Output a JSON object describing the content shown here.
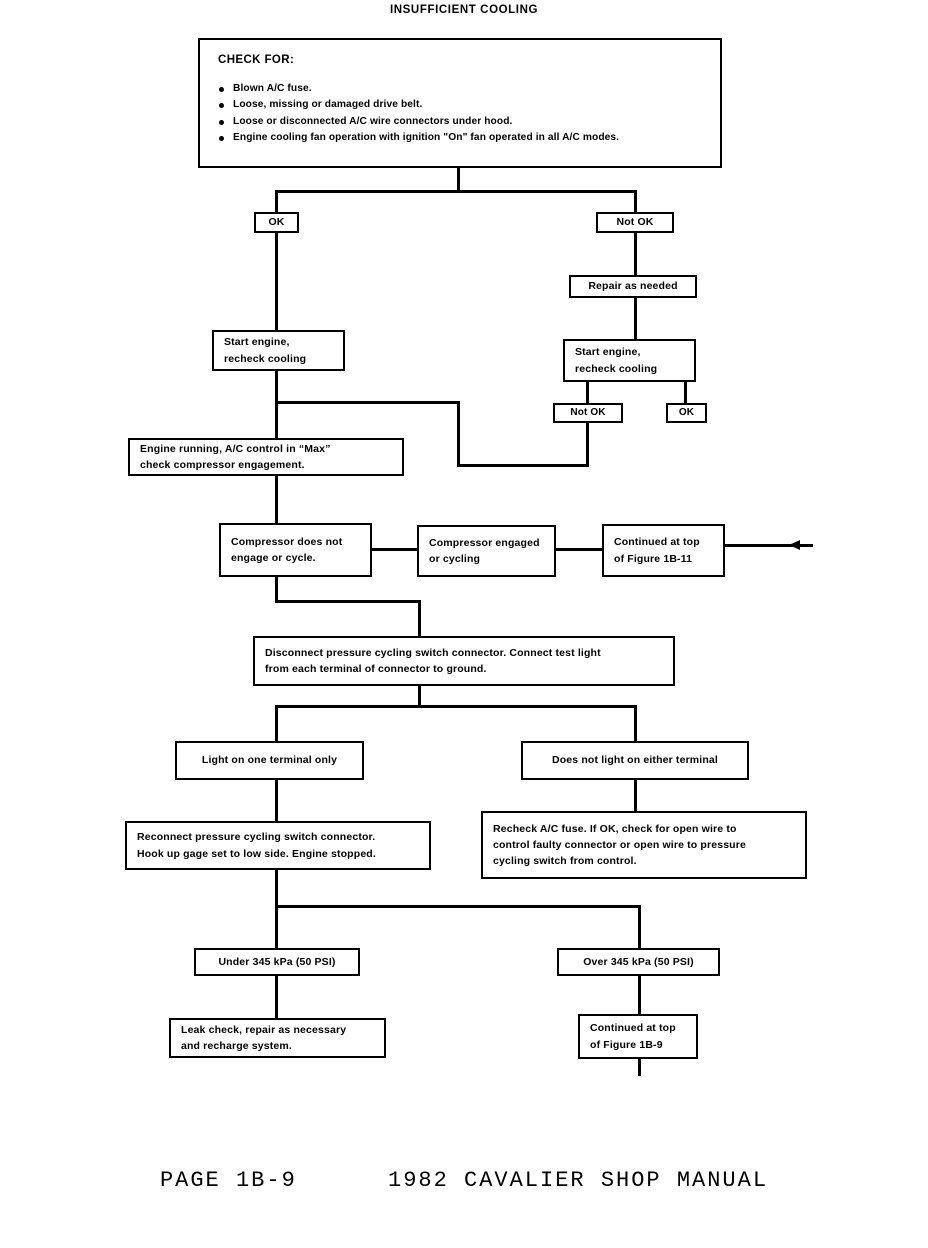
{
  "title": "INSUFFICIENT COOLING",
  "check_for": {
    "heading": "CHECK FOR:",
    "items": [
      "Blown A/C fuse.",
      "Loose, missing or damaged drive belt.",
      "Loose or disconnected A/C wire connectors under hood.",
      "Engine cooling fan operation with ignition \"On\" fan operated in all A/C modes."
    ]
  },
  "nodes": {
    "ok_left": "OK",
    "not_ok_right": "Not OK",
    "repair": "Repair as needed",
    "start_engine_left_l1": "Start engine,",
    "start_engine_left_l2": "recheck cooling",
    "start_engine_right_l1": "Start engine,",
    "start_engine_right_l2": "recheck cooling",
    "not_ok_lower": "Not OK",
    "ok_lower": "OK",
    "engine_running_l1": "Engine running, A/C control in “Max”",
    "engine_running_l2": "check compressor engagement.",
    "compressor_not_l1": "Compressor does not",
    "compressor_not_l2": "engage or cycle.",
    "compressor_engaged_l1": "Compressor engaged",
    "compressor_engaged_l2": "or cycling",
    "continued_1b11_l1": "Continued at top",
    "continued_1b11_l2": "of Figure 1B-11",
    "disconnect_l1": "Disconnect pressure cycling switch connector. Connect  test light",
    "disconnect_l2": "from each terminal of connector to ground.",
    "light_one": "Light on one terminal only",
    "no_light": "Does not light on either terminal",
    "reconnect_l1": "Reconnect pressure cycling switch connector.",
    "reconnect_l2": "Hook up gage set to low side.  Engine stopped.",
    "recheck_fuse_l1": "Recheck A/C fuse.  If OK, check for open wire to",
    "recheck_fuse_l2": "control faulty connector or open wire to pressure",
    "recheck_fuse_l3": "cycling switch from control.",
    "under_345": "Under 345 kPa (50 PSI)",
    "over_345": "Over 345 kPa (50 PSI)",
    "leak_check_l1": "Leak check, repair as necessary",
    "leak_check_l2": "and recharge system.",
    "continued_1b9_l1": "Continued at top",
    "continued_1b9_l2": "of Figure 1B-9"
  },
  "footer": {
    "text": "PAGE 1B-9      1982 CAVALIER SHOP MANUAL"
  },
  "colors": {
    "ink": "#000000",
    "paper": "#ffffff"
  }
}
